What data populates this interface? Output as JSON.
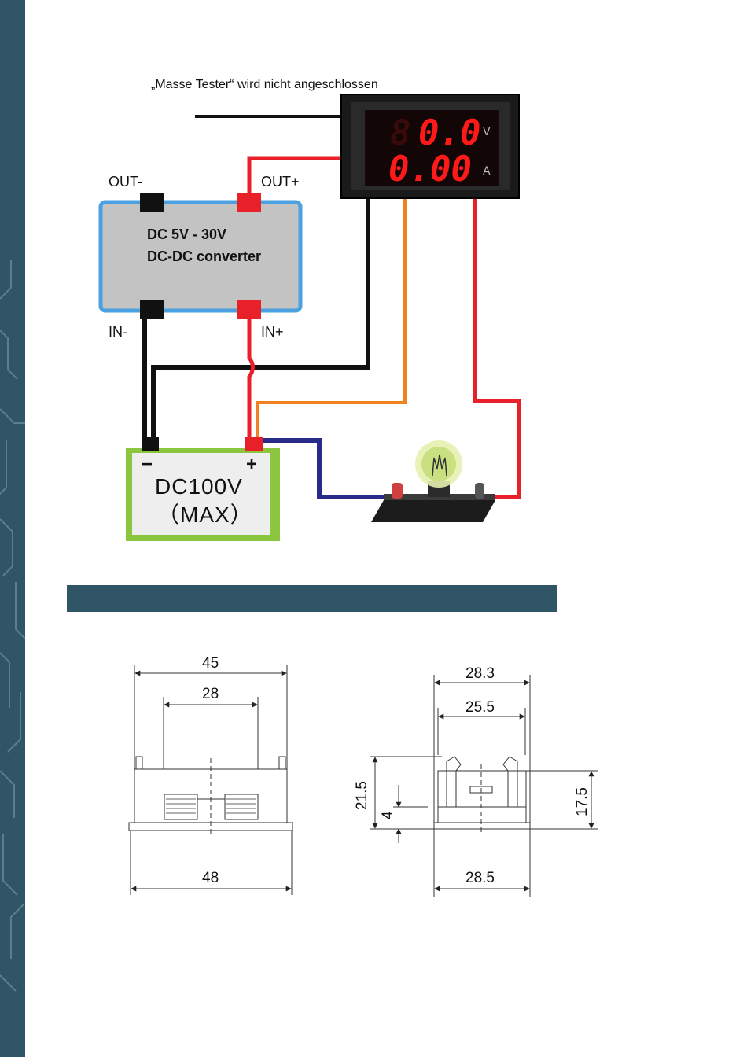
{
  "note": "„Masse Tester“ wird nicht angeschlossen",
  "meter": {
    "voltage": "0.0",
    "current": "0.00",
    "unit_v": "V",
    "unit_a": "A"
  },
  "converter": {
    "line1": "DC 5V - 30V",
    "line2": "DC-DC converter",
    "out_minus": "OUT-",
    "out_plus": "OUT+",
    "in_minus": "IN-",
    "in_plus": "IN+"
  },
  "battery": {
    "minus": "−",
    "plus": "+",
    "line1": "DC100V",
    "line2": "（MAX）"
  },
  "dimensions": {
    "front": {
      "top_width": "45",
      "inner_width": "28",
      "bottom_width": "48"
    },
    "side": {
      "top_width": "28.3",
      "inner_width": "25.5",
      "left_height": "21.5",
      "small_height": "4",
      "right_height": "17.5",
      "bottom_width": "28.5"
    }
  },
  "colors": {
    "sidebar": "#2f5566",
    "wire_red": "#e8202a",
    "wire_black": "#111111",
    "wire_orange": "#f08020",
    "wire_blue": "#2a2a8a",
    "converter_border": "#4aa0e0",
    "battery_border": "#8cc63f",
    "display_digits": "#ff1a1a"
  },
  "icons": {
    "lamp": "light-bulb-icon",
    "meter": "voltmeter-ammeter-display"
  }
}
